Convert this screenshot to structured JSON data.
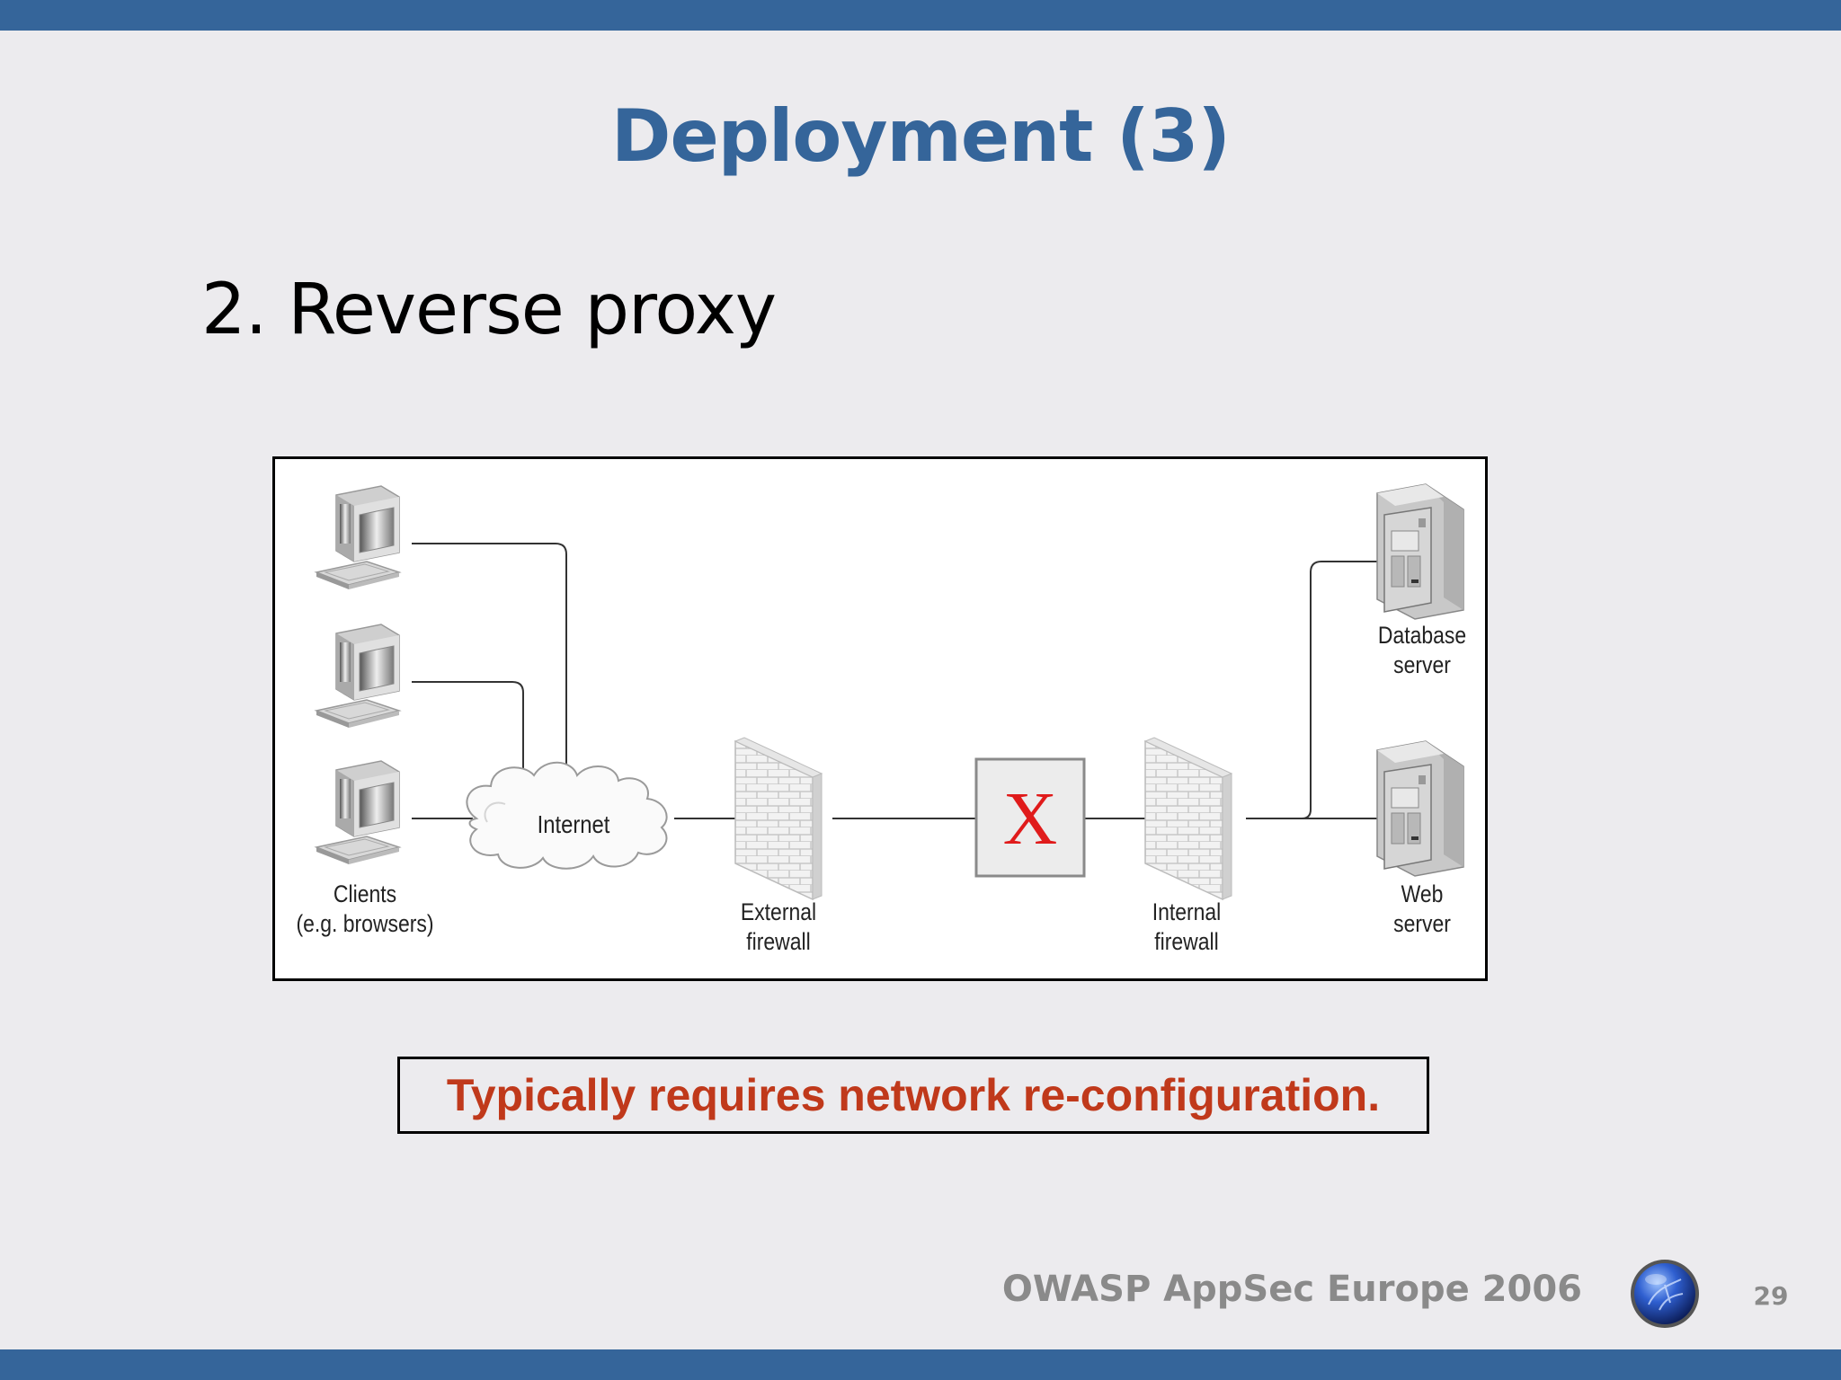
{
  "slide": {
    "title": "Deployment (3)",
    "bullet": "2. Reverse proxy"
  },
  "diagram": {
    "labels": {
      "clients": "Clients\n(e.g. browsers)",
      "internet": "Internet",
      "external_firewall": "External\nfirewall",
      "reverse_proxy_mark": "X",
      "internal_firewall": "Internal\nfirewall",
      "database_server": "Database\nserver",
      "web_server": "Web\nserver"
    }
  },
  "note": "Typically requires network re-configuration.",
  "footer": {
    "event": "OWASP AppSec Europe 2006",
    "page": "29"
  },
  "colors": {
    "brand_blue": "#35659A",
    "note_red": "#C0391B",
    "proxy_x_red": "#E01B1B",
    "background": "#ECEBEE"
  }
}
